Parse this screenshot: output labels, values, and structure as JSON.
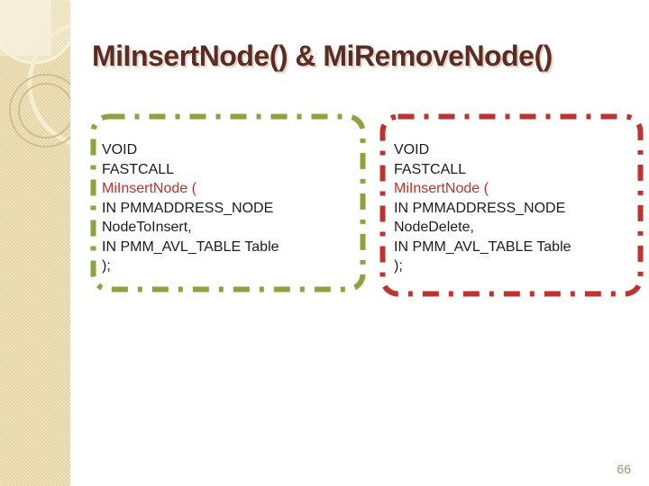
{
  "slide": {
    "title": "MiInsertNode() & MiRemoveNode()",
    "page_number": "66"
  },
  "boxes": [
    {
      "lines": [
        {
          "text": "VOID"
        },
        {
          "text": "FASTCALL"
        },
        {
          "text": "MiInsertNode (",
          "highlight": true
        },
        {
          "text": "IN PMMADDRESS_NODE"
        },
        {
          "text": "NodeToInsert,"
        },
        {
          "text": "IN PMM_AVL_TABLE Table"
        },
        {
          "text": ");"
        }
      ]
    },
    {
      "lines": [
        {
          "text": "VOID"
        },
        {
          "text": "FASTCALL"
        },
        {
          "text": "MiInsertNode (",
          "highlight": true
        },
        {
          "text": "IN PMMADDRESS_NODE"
        },
        {
          "text": "NodeDelete,"
        },
        {
          "text": "IN PMM_AVL_TABLE Table"
        },
        {
          "text": ");"
        }
      ]
    }
  ],
  "colors": {
    "title_brown": "#5a2d24",
    "green_border": "#8ba53e",
    "red_border": "#bb3431",
    "highlight_red": "#c23026",
    "code_black": "#1c1c1c",
    "page_number_gray": "#9c977f",
    "sidebar_beige": "#e7d8ab"
  }
}
